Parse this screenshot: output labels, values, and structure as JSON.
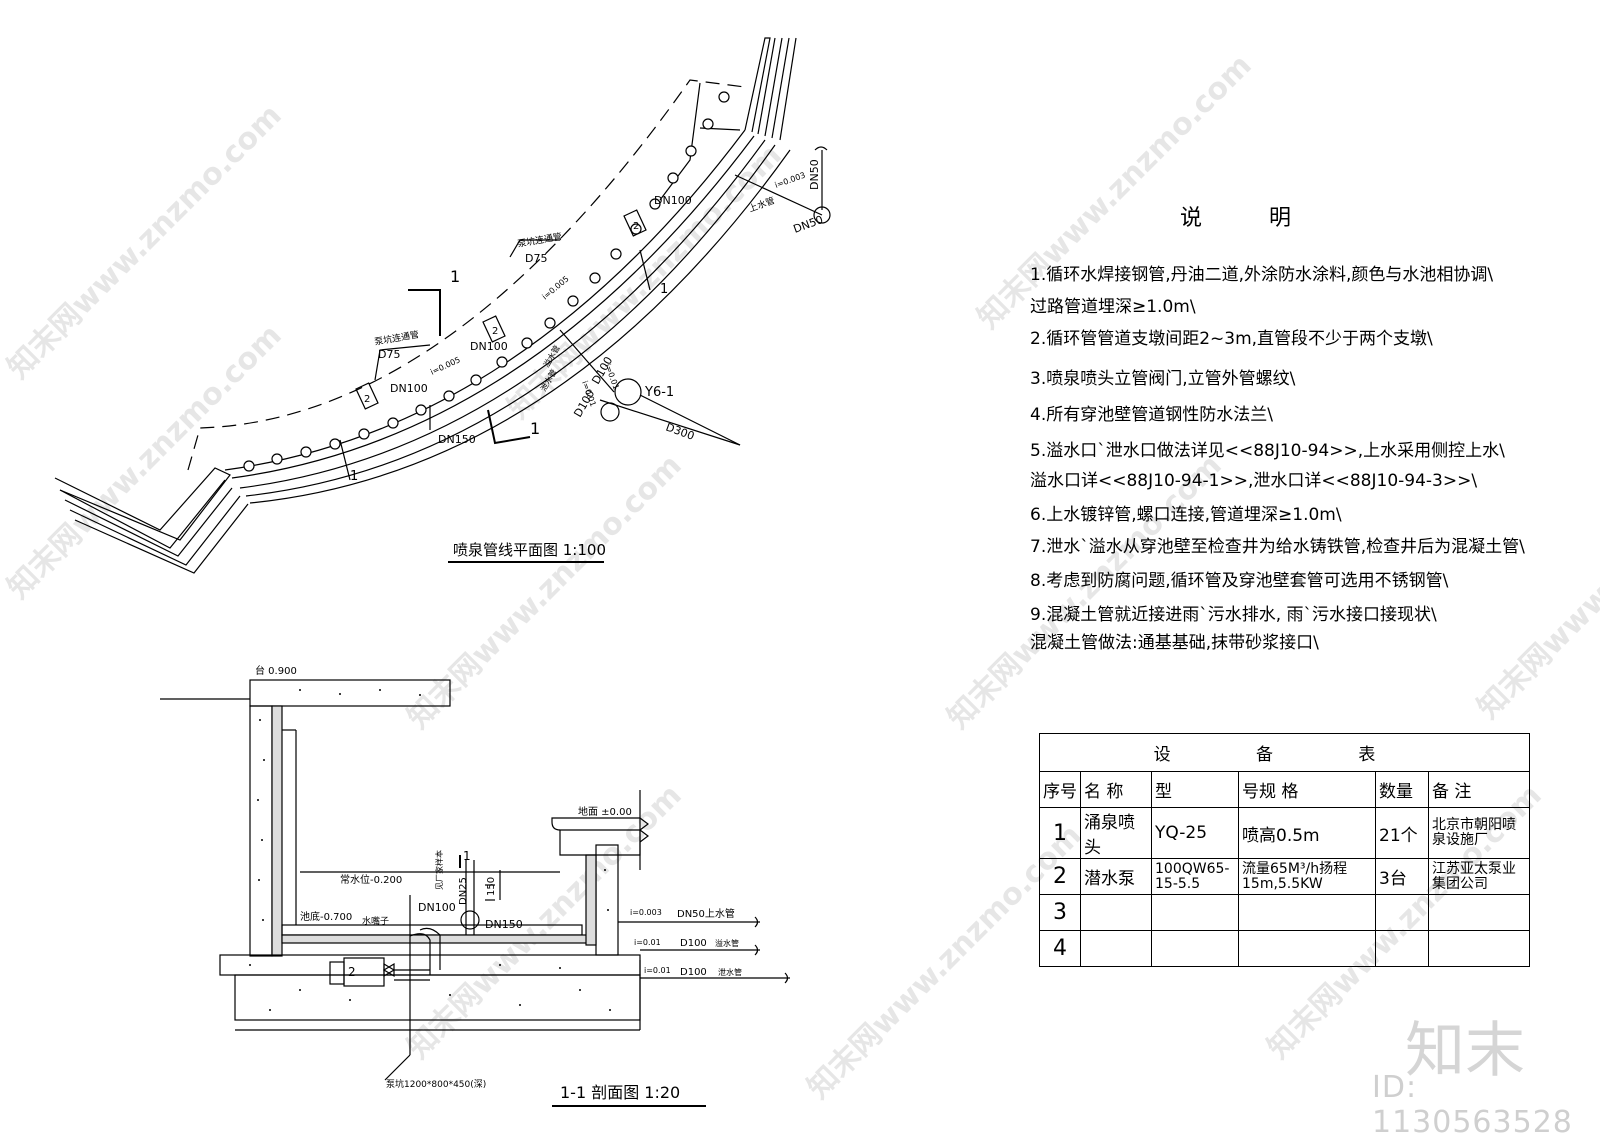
{
  "plan": {
    "caption": "喷泉管线平面图 1:100",
    "labels": {
      "dn100_top": "DN100",
      "pump_pipe_1": "泵坑连通管",
      "d75_1": "D75",
      "pump_pipe_2": "泵坑连通管",
      "d75_2": "D75",
      "dn100_mid": "DN100",
      "dn100_left": "DN100",
      "dn150": "DN150",
      "dn50_right": "DN50",
      "dn50_right2": "DN50",
      "supply_pipe": "上水管",
      "slope_top": "i=0.003",
      "slope_a": "i=0.005",
      "slope_b": "i=0.005",
      "y6": "Y6-1",
      "d300": "D300",
      "d100_a": "D100",
      "d100_b": "D100",
      "drain_1": "溢水管",
      "drain_2": "泄水管",
      "slope_c": "i=0.01",
      "slope_d": "i=0.01",
      "sec_mark_1": "1",
      "sec_mark_2": "1",
      "sec_mark_3": "1",
      "sec_mark_4": "1",
      "valve_box_1": "2",
      "valve_box_2": "2",
      "valve_box_3": "2"
    }
  },
  "section": {
    "caption": "1-1 剖面图 1:20",
    "labels": {
      "ledge": "台 0.900",
      "ground": "地面 ±0.00",
      "normal_water": "常水位-0.200",
      "pool_bottom": "池底-0.700",
      "nozzle_note": "见厂家样本",
      "dn25": "DN25",
      "h150": "150",
      "dn100": "DN100",
      "dn150": "DN150",
      "nozzle": "水嘴子",
      "sec_mark": "1",
      "slope1": "i=0.003",
      "dn50_supply": "DN50上水管",
      "slope2": "i=0.01",
      "d100_overflow": "D100",
      "overflow": "溢水管",
      "slope3": "i=0.01",
      "d100_drain": "D100",
      "drain": "泄水管",
      "pit": "泵坑1200*800*450(深)",
      "pump_no": "2"
    }
  },
  "notes": {
    "title": "说 明",
    "lines": [
      "1.循环水焊接钢管,丹油二道,外涂防水涂料,颜色与水池相协调\\",
      "  过路管道埋深≥1.0m\\",
      "2.循环管管道支墩间距2~3m,直管段不少于两个支墩\\",
      "3.喷泉喷头立管阀门,立管外管螺纹\\",
      "4.所有穿池壁管道钢性防水法兰\\",
      "5.溢水口`泄水口做法详见<<88J10-94>>,上水采用侧控上水\\",
      "  溢水口详<<88J10-94-1>>,泄水口详<<88J10-94-3>>\\",
      "6.上水镀锌管,螺口连接,管道埋深≥1.0m\\",
      "7.泄水`溢水从穿池壁至检查井为给水铸铁管,检查井后为混凝土管\\",
      "8.考虑到防腐问题,循环管及穿池壁套管可选用不锈钢管\\",
      "9.混凝土管就近接进雨`污水排水, 雨`污水接口接现状\\",
      "  混凝土管做法:通基基础,抹带砂浆接口\\"
    ]
  },
  "equipment_table": {
    "title": "设 备 表",
    "headers": [
      "序号",
      "名 称",
      "型",
      "号规 格",
      "数量",
      "备 注"
    ],
    "rows": [
      {
        "no": "1",
        "name": "涌泉喷头",
        "model": "YQ-25",
        "spec": "喷高0.5m",
        "qty": "21个",
        "note": "北京市朝阳喷泉设施厂"
      },
      {
        "no": "2",
        "name": "潜水泵",
        "model": "100QW65-15-5.5",
        "spec": "流量65M³/h扬程15m,5.5KW",
        "qty": "3台",
        "note": "江苏亚太泵业集团公司"
      },
      {
        "no": "3",
        "name": "",
        "model": "",
        "spec": "",
        "qty": "",
        "note": ""
      },
      {
        "no": "4",
        "name": "",
        "model": "",
        "spec": "",
        "qty": "",
        "note": ""
      }
    ]
  },
  "watermark": {
    "logo": "知末",
    "id": "ID: 1130563528",
    "site": "知末网www.znzmo.com"
  }
}
